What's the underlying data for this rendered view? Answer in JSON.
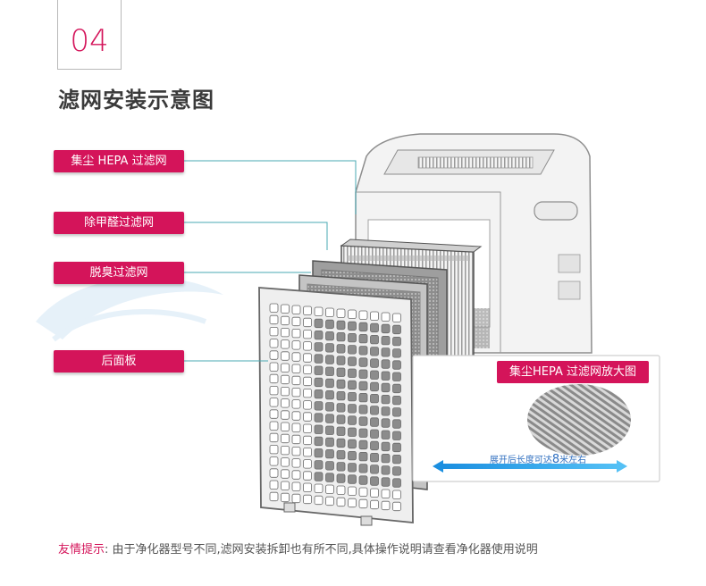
{
  "header": {
    "step_number": "04",
    "title": "滤网安装示意图"
  },
  "labels": [
    {
      "id": "hepa",
      "text": "集尘 HEPA 过滤网"
    },
    {
      "id": "formaldehyde",
      "text": "除甲醛过滤网"
    },
    {
      "id": "deodorize",
      "text": "脱臭过滤网"
    },
    {
      "id": "back-panel",
      "text": "后面板"
    }
  ],
  "zoom": {
    "title": "集尘HEPA 过滤网放大图",
    "caption_prefix": "展开后长度可达",
    "caption_value": "8",
    "caption_suffix": "米左右"
  },
  "footer": {
    "hint_label": "友情提示",
    "hint_text": ": 由于净化器型号不同,滤网安装拆卸也有所不同,具体操作说明请查看净化器使用说明"
  },
  "colors": {
    "accent": "#d4145a",
    "leader_line": "#4aa8b3",
    "title_text": "#3a3a3a",
    "caption_blue": "#2f6fc0"
  }
}
